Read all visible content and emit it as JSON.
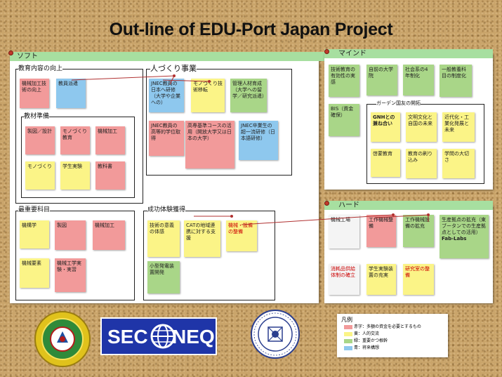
{
  "title": "Out-line of EDU-Port Japan Project",
  "sections": {
    "soft": "ソフト",
    "mind": "マインド",
    "hard": "ハード"
  },
  "groups": {
    "curriculum": "教育内容の向上",
    "materials": "教材準備",
    "hr": "人づくり事業",
    "priority": "最重要科目",
    "success": "成功体験獲得",
    "gplan": "ガーデン国友の開拓"
  },
  "notes": {
    "c1": "機械加工技術の向上",
    "c2": "教員派遣",
    "m1": "製図／設計",
    "m2": "モノづくり教育",
    "m3": "機械加工",
    "m4": "モノづくり",
    "m5": "学生実験",
    "m6": "教科書",
    "h1": "JNEC教員の日本へ研修（大学や企業への）",
    "h2": "モノづくり技術移転",
    "h3": "管理人材育成（大学への留学／研究派遣）",
    "h4": "JNEC教員の高等的学位取得",
    "h5": "高専基準コースの活用（開放大学又は日本の大学）",
    "h6": "JNEC卒業生の超一流研修（日本語研修）",
    "p1": "機構学",
    "p2": "製図",
    "p3": "機械加工",
    "p4": "機械要素",
    "p5": "機械工学実験・実習",
    "s1": "技術の意義の体感",
    "s2": "CATの地域連携に対する支援",
    "s3": "機械・設備の整備",
    "s4": "小型発電装置開発",
    "d1": "技術教育の有効性の実感",
    "d2": "自前の大学院",
    "d3": "社会系の4年制化",
    "d4": "一般教養科目の制度化",
    "d5": "BIS（資金確保）",
    "g1": "GNHとの兼ね合い",
    "g2": "文明文化と自国の未来",
    "g3": "近代化・工業化発展と未来",
    "g4": "啓蒙教育",
    "g5": "教育の刷り込み",
    "g6": "学問の大切さ",
    "w1": "機械工場",
    "w2": "工作機械整備",
    "w3": "工作機械設備の拡充",
    "w4": "生産拠点の拡充（東ブータンでの生産拠点としての活用）",
    "w4b": "Fab-Labs",
    "w5": "消耗品供給体制の確立",
    "w6": "学生実験装置の充実",
    "w7": "研究室の整備"
  },
  "legend": {
    "title": "凡例",
    "rows": [
      {
        "color": "#f29a9a",
        "text": "赤字：多額の資金を必要とするもの"
      },
      {
        "color": "#fbf487",
        "text": "黄：人的交流"
      },
      {
        "color": "#a9d688",
        "text": "緑：重要かつ根幹"
      },
      {
        "color": "#8ec8ee",
        "text": "青：将来構想"
      }
    ]
  },
  "logos": {
    "center": "SEC",
    "center2": "NEQ"
  },
  "colors": {
    "pink": "#f29a9a",
    "yellow": "#fbf487",
    "green": "#a9d688",
    "blue": "#8ec8ee",
    "banner": "#a7dfa0",
    "seconeq_bg": "#1f35a8"
  }
}
